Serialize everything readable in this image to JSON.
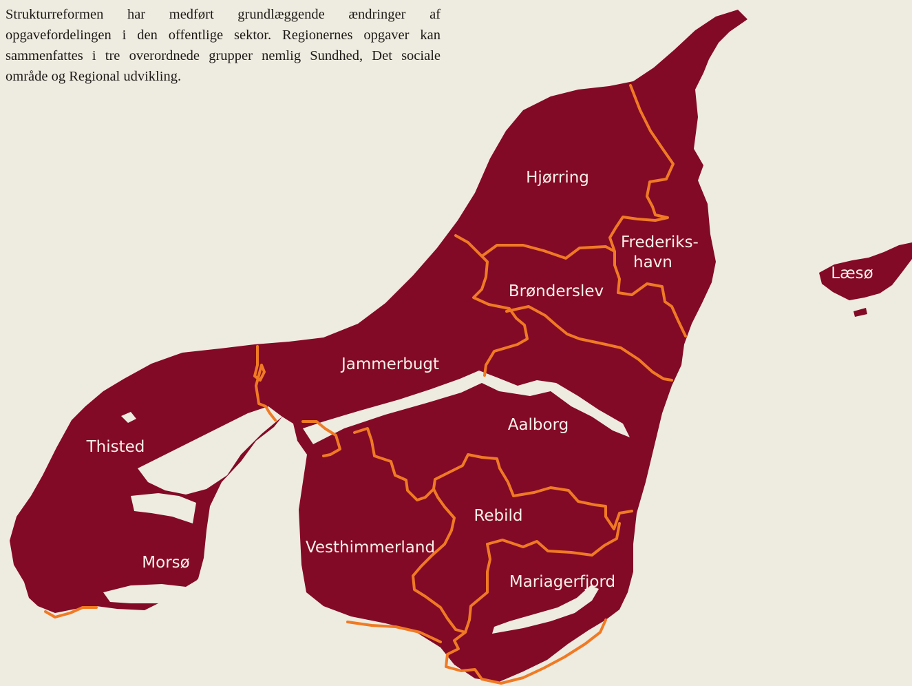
{
  "intro_text": "Strukturreformen har medført grundlæggende ændringer af opgavefordelingen i den offentlige sektor. Regionernes opgaver kan sammenfattes i tre overordnede grupper nemlig Sundhed, Det sociale område og Regional udvikling.",
  "colors": {
    "background": "#eeebe0",
    "region_fill": "#830a26",
    "municipality_border": "#f07a24",
    "label_text": "#f7efe8"
  },
  "municipalities": [
    {
      "id": "hjorring",
      "name": "Hjørring"
    },
    {
      "id": "frederikshavn",
      "name_line1": "Frederiks-",
      "name_line2": "havn"
    },
    {
      "id": "bronderslev",
      "name": "Brønderslev"
    },
    {
      "id": "jammerbugt",
      "name": "Jammerbugt"
    },
    {
      "id": "aalborg",
      "name": "Aalborg"
    },
    {
      "id": "thisted",
      "name": "Thisted"
    },
    {
      "id": "morso",
      "name": "Morsø"
    },
    {
      "id": "vesthimmerland",
      "name": "Vesthimmerland"
    },
    {
      "id": "rebild",
      "name": "Rebild"
    },
    {
      "id": "mariagerfjord",
      "name": "Mariagerfjord"
    },
    {
      "id": "laeso",
      "name": "Læsø"
    }
  ]
}
